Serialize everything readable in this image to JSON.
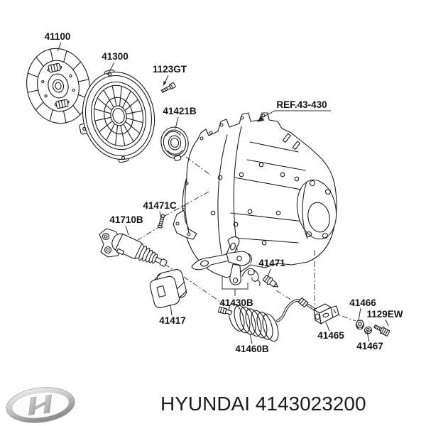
{
  "diagram": {
    "ref_label": "REF.43-430",
    "labels": {
      "41100": "41100",
      "41300": "41300",
      "1123GT": "1123GT",
      "41421B": "41421B",
      "41471C": "41471C",
      "41710B": "41710B",
      "41417": "41417",
      "41430B": "41430B",
      "41471": "41471",
      "41460B": "41460B",
      "41465": "41465",
      "41466": "41466",
      "1129EW": "1129EW",
      "41467": "41467"
    }
  },
  "footer": {
    "brand": "HYUNDAI",
    "part_number": "4143023200",
    "logo_icon": "hyundai-logo"
  },
  "colors": {
    "line": "#1c1c1c",
    "label_text": "#151515",
    "footer_text": "#1d1d1f",
    "logo_silver": "#b5b5b5",
    "background": "#ffffff"
  }
}
